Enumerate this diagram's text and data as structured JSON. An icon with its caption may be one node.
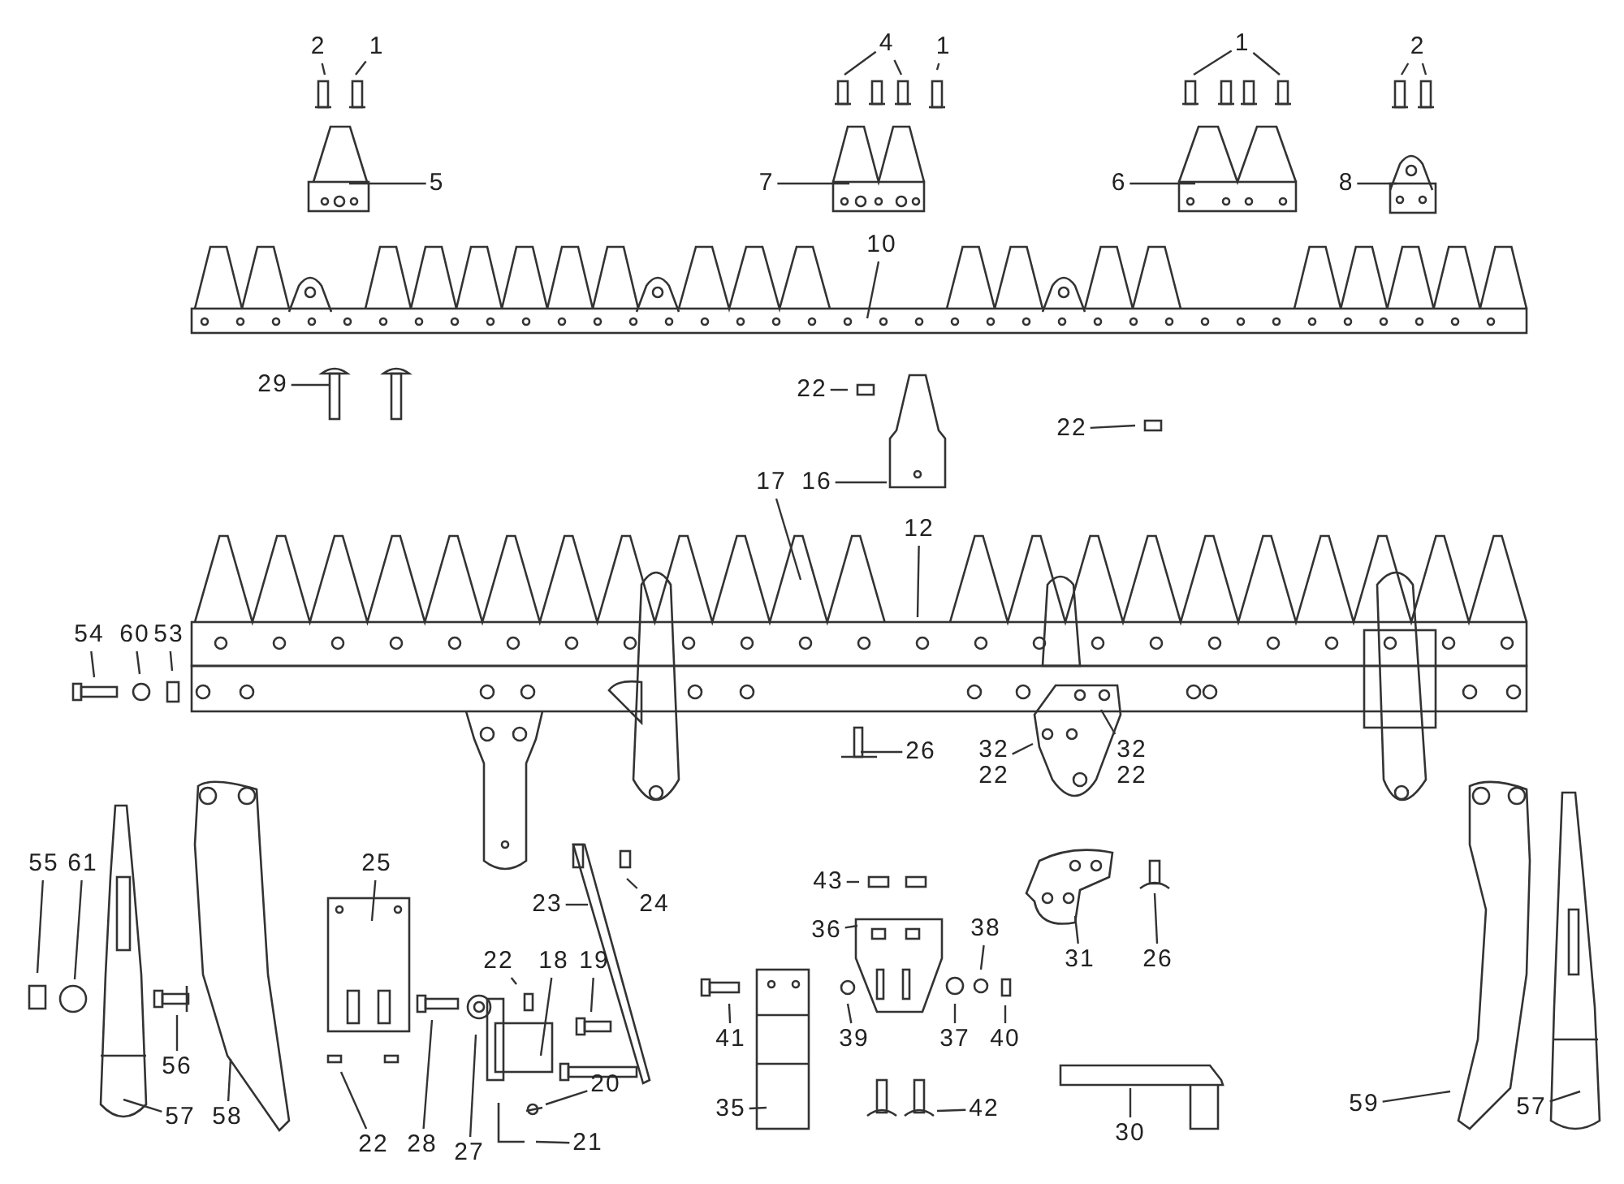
{
  "diagram": {
    "nodes": [
      {
        "text": [
          "2"
        ]
      },
      {
        "text": [
          "1"
        ]
      },
      {
        "text": [
          "5"
        ]
      },
      {
        "text": [
          "4"
        ]
      },
      {
        "text": [
          "1"
        ]
      },
      {
        "text": [
          "7"
        ]
      },
      {
        "text": [
          "1"
        ]
      },
      {
        "text": [
          "6"
        ]
      },
      {
        "text": [
          "2"
        ]
      },
      {
        "text": [
          "8"
        ]
      },
      {
        "text": [
          "10"
        ]
      },
      {
        "text": [
          "29"
        ]
      },
      {
        "text": [
          "22"
        ]
      },
      {
        "text": [
          "22"
        ]
      },
      {
        "text": [
          "17"
        ]
      },
      {
        "text": [
          "16"
        ]
      },
      {
        "text": [
          "12"
        ]
      },
      {
        "text": [
          "54"
        ]
      },
      {
        "text": [
          "60"
        ]
      },
      {
        "text": [
          "53"
        ]
      },
      {
        "text": [
          "26"
        ]
      },
      {
        "text": [
          "32",
          "22"
        ]
      },
      {
        "text": [
          "32",
          "22"
        ]
      },
      {
        "text": [
          "55"
        ]
      },
      {
        "text": [
          "61"
        ]
      },
      {
        "text": [
          "25"
        ]
      },
      {
        "text": [
          "23"
        ]
      },
      {
        "text": [
          "24"
        ]
      },
      {
        "text": [
          "43"
        ]
      },
      {
        "text": [
          "36"
        ]
      },
      {
        "text": [
          "38"
        ]
      },
      {
        "text": [
          "31"
        ]
      },
      {
        "text": [
          "26"
        ]
      },
      {
        "text": [
          "56"
        ]
      },
      {
        "text": [
          "22"
        ]
      },
      {
        "text": [
          "18"
        ]
      },
      {
        "text": [
          "19"
        ]
      },
      {
        "text": [
          "41"
        ]
      },
      {
        "text": [
          "39"
        ]
      },
      {
        "text": [
          "37"
        ]
      },
      {
        "text": [
          "40"
        ]
      },
      {
        "text": [
          "20"
        ]
      },
      {
        "text": [
          "57"
        ]
      },
      {
        "text": [
          "58"
        ]
      },
      {
        "text": [
          "22"
        ]
      },
      {
        "text": [
          "28"
        ]
      },
      {
        "text": [
          "27"
        ]
      },
      {
        "text": [
          "21"
        ]
      },
      {
        "text": [
          "35"
        ]
      },
      {
        "text": [
          "42"
        ]
      },
      {
        "text": [
          "30"
        ]
      },
      {
        "text": [
          "59"
        ]
      },
      {
        "text": [
          "57"
        ]
      }
    ],
    "edges": [
      {
        "from": 0,
        "to": null,
        "arrow": "none"
      },
      {
        "from": 1,
        "to": null,
        "arrow": "none"
      },
      {
        "from": 2,
        "to": null,
        "arrow": "none"
      },
      {
        "from": 3,
        "to": null,
        "arrow": "none"
      },
      {
        "from": 3,
        "to": null,
        "arrow": "none"
      },
      {
        "from": 4,
        "to": null,
        "arrow": "none"
      },
      {
        "from": 5,
        "to": null,
        "arrow": "none"
      },
      {
        "from": 6,
        "to": null,
        "arrow": "none"
      },
      {
        "from": 6,
        "to": null,
        "arrow": "none"
      },
      {
        "from": 7,
        "to": null,
        "arrow": "none"
      },
      {
        "from": 8,
        "to": null,
        "arrow": "none"
      },
      {
        "from": 8,
        "to": null,
        "arrow": "none"
      },
      {
        "from": 9,
        "to": null,
        "arrow": "none"
      },
      {
        "from": 10,
        "to": null,
        "arrow": "none"
      },
      {
        "from": 11,
        "to": null,
        "arrow": "none"
      },
      {
        "from": 12,
        "to": null,
        "arrow": "none"
      },
      {
        "from": 13,
        "to": null,
        "arrow": "none"
      },
      {
        "from": 14,
        "to": null,
        "arrow": "none"
      },
      {
        "from": 15,
        "to": null,
        "arrow": "none"
      },
      {
        "from": 16,
        "to": null,
        "arrow": "none"
      },
      {
        "from": 17,
        "to": null,
        "arrow": "none"
      },
      {
        "from": 18,
        "to": null,
        "arrow": "none"
      },
      {
        "from": 19,
        "to": null,
        "arrow": "none"
      },
      {
        "from": 20,
        "to": null,
        "arrow": "none"
      },
      {
        "from": 21,
        "to": null,
        "arrow": "none"
      },
      {
        "from": 22,
        "to": null,
        "arrow": "none"
      },
      {
        "from": 23,
        "to": null,
        "arrow": "none"
      },
      {
        "from": 24,
        "to": null,
        "arrow": "none"
      },
      {
        "from": 25,
        "to": null,
        "arrow": "none"
      },
      {
        "from": 26,
        "to": null,
        "arrow": "none"
      },
      {
        "from": 27,
        "to": null,
        "arrow": "none"
      },
      {
        "from": 28,
        "to": null,
        "arrow": "none"
      },
      {
        "from": 29,
        "to": null,
        "arrow": "none"
      },
      {
        "from": 30,
        "to": null,
        "arrow": "none"
      },
      {
        "from": 31,
        "to": null,
        "arrow": "none"
      },
      {
        "from": 32,
        "to": null,
        "arrow": "none"
      },
      {
        "from": 33,
        "to": null,
        "arrow": "none"
      },
      {
        "from": 34,
        "to": null,
        "arrow": "none"
      },
      {
        "from": 35,
        "to": null,
        "arrow": "none"
      },
      {
        "from": 36,
        "to": null,
        "arrow": "none"
      },
      {
        "from": 37,
        "to": null,
        "arrow": "none"
      },
      {
        "from": 38,
        "to": null,
        "arrow": "none"
      },
      {
        "from": 39,
        "to": null,
        "arrow": "none"
      },
      {
        "from": 40,
        "to": null,
        "arrow": "none"
      },
      {
        "from": 41,
        "to": null,
        "arrow": "none"
      },
      {
        "from": 42,
        "to": null,
        "arrow": "none"
      },
      {
        "from": 43,
        "to": null,
        "arrow": "none"
      },
      {
        "from": 44,
        "to": null,
        "arrow": "none"
      },
      {
        "from": 45,
        "to": null,
        "arrow": "none"
      },
      {
        "from": 46,
        "to": null,
        "arrow": "none"
      },
      {
        "from": 47,
        "to": null,
        "arrow": "none"
      },
      {
        "from": 48,
        "to": null,
        "arrow": "none"
      },
      {
        "from": 49,
        "to": null,
        "arrow": "none"
      },
      {
        "from": 50,
        "to": null,
        "arrow": "none"
      },
      {
        "from": 51,
        "to": null,
        "arrow": "none"
      },
      {
        "from": 52,
        "to": null,
        "arrow": "none"
      }
    ]
  }
}
